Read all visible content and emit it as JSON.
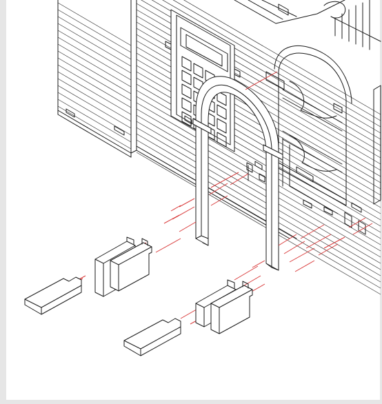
{
  "illustration": {
    "kind": "exploded-isometric-assembly-drawing",
    "colors": {
      "line": "#1a1a1a",
      "guide": "#d93a3a",
      "paper": "#ffffff",
      "margin": "#e6e6e6"
    },
    "parts": [
      "building-wall",
      "window",
      "doorway",
      "arch",
      "front-left-block",
      "rear-left-block",
      "pad-left",
      "front-right-block",
      "rear-right-block",
      "pad-right"
    ]
  }
}
